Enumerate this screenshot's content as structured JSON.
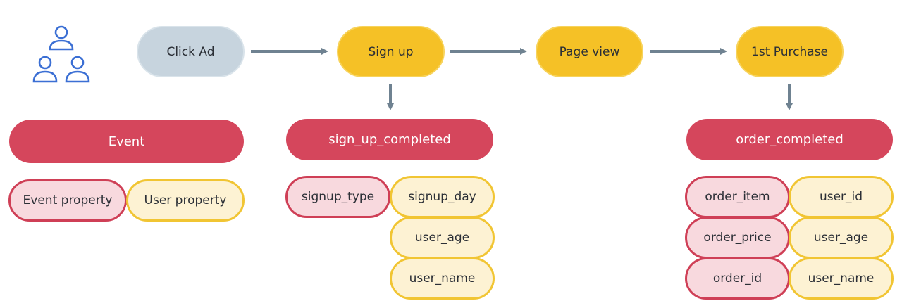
{
  "flow": {
    "steps": [
      "Click Ad",
      "Sign up",
      "Page view",
      "1st Purchase"
    ]
  },
  "legend": {
    "event": "Event",
    "event_property": "Event property",
    "user_property": "User property"
  },
  "signup_event": {
    "name": "sign_up_completed",
    "event_properties": [
      "signup_type"
    ],
    "user_properties": [
      "signup_day",
      "user_age",
      "user_name"
    ]
  },
  "purchase_event": {
    "name": "order_completed",
    "event_properties": [
      "order_item",
      "order_price",
      "order_id"
    ],
    "user_properties": [
      "user_id",
      "user_age",
      "user_name"
    ]
  },
  "colors": {
    "event": "#d5465c",
    "event_property_fill": "#f8d9de",
    "user_property_fill": "#fdf2d3",
    "step_primary": "#f5c126",
    "step_start": "#c7d4de",
    "arrow": "#6f8291",
    "icon": "#3b6fd4"
  },
  "icons": {
    "users": "users-group-icon",
    "arrow": "arrow-icon"
  }
}
